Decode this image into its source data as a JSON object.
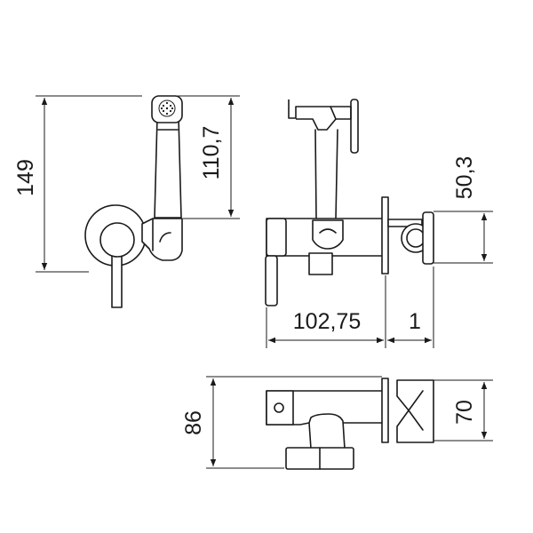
{
  "dimensions": {
    "overall_height": "149",
    "spray_height": "110,7",
    "bracket_offset": "50,3",
    "body_length": "102,75",
    "flange_depth": "1",
    "top_depth": "86",
    "bracket_width": "70"
  }
}
